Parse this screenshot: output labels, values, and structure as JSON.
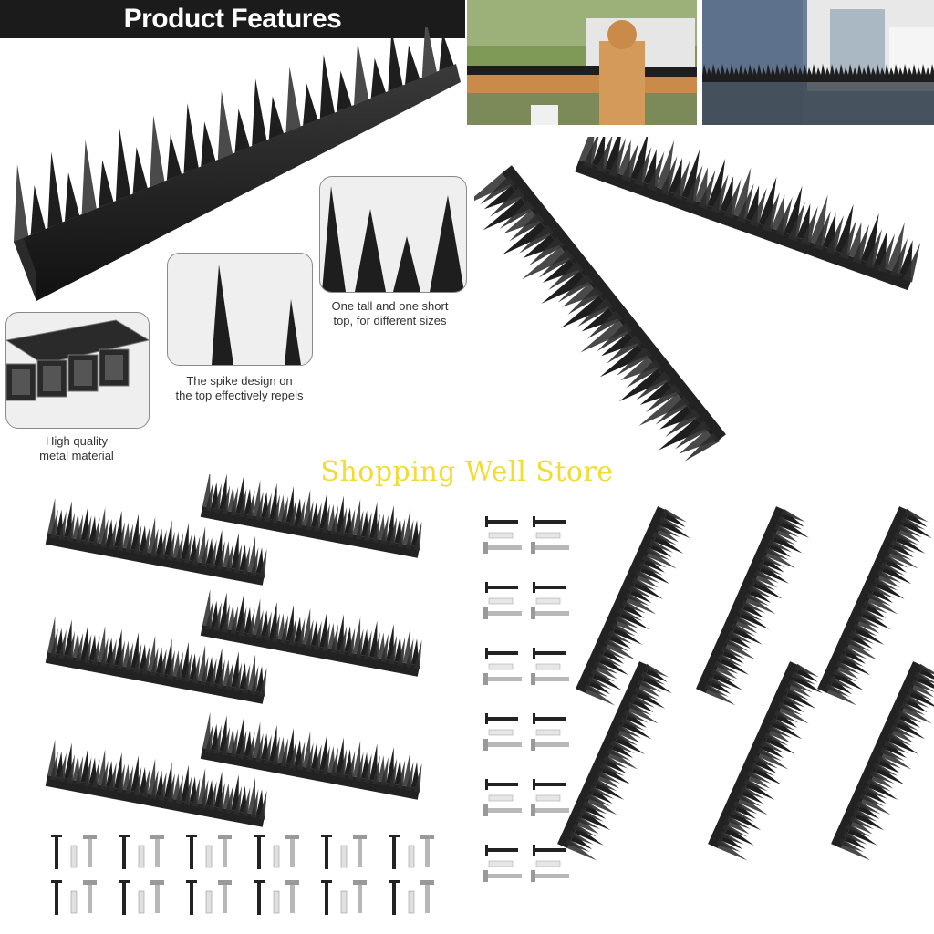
{
  "features_panel": {
    "banner_title": "Product Features",
    "captions": {
      "material": "High quality\nmetal material",
      "spike_design": "The spike design on\nthe top effectively repels",
      "sizes": "One tall and one short\ntop, for different sizes"
    }
  },
  "watermark": "Shopping Well Store",
  "colors": {
    "spike": "#1e1e1e",
    "spike_highlight": "#4a4a4a",
    "banner": "#1b1b1b",
    "watermark": "#f2dc33",
    "hardware": "#b8b8b8"
  },
  "scene": {
    "photos": [
      "wooden-railing-with-spikes",
      "balcony-railing-with-spikes"
    ],
    "two_strip_view": true,
    "six_strip_set_count": 6,
    "screw_set_rows": 6
  }
}
